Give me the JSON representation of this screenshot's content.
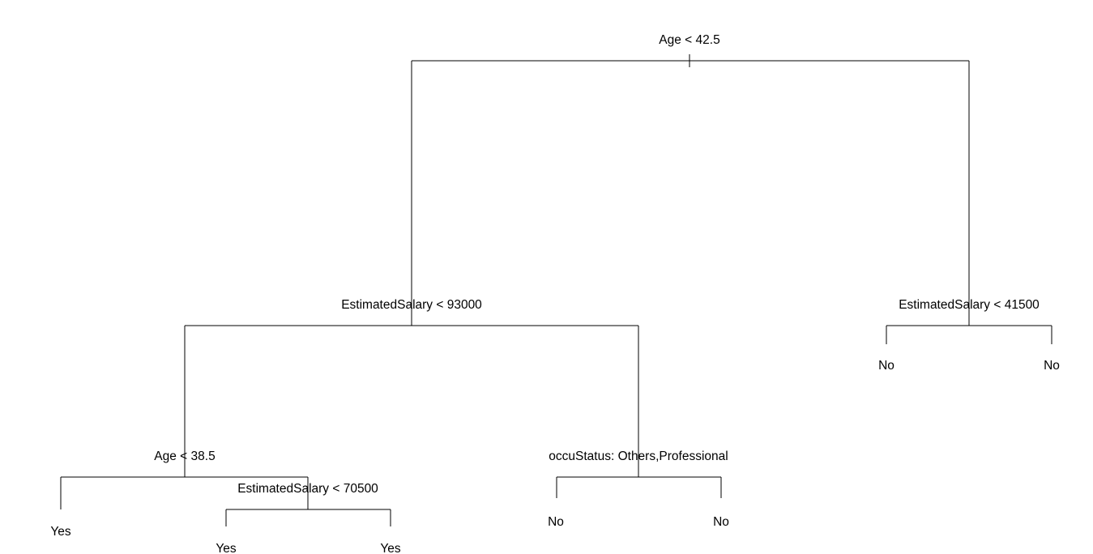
{
  "tree": {
    "root": {
      "split": "Age < 42.5",
      "left": {
        "split": "EstimatedSalary < 93000",
        "left": {
          "split": "Age < 38.5",
          "left": {
            "leaf": "Yes"
          },
          "right": {
            "split": "EstimatedSalary < 70500",
            "left": {
              "leaf": "Yes"
            },
            "right": {
              "leaf": "Yes"
            }
          }
        },
        "right": {
          "split": "occuStatus: Others,Professional",
          "left": {
            "leaf": "No"
          },
          "right": {
            "leaf": "No"
          }
        }
      },
      "right": {
        "split": "EstimatedSalary < 41500",
        "left": {
          "leaf": "No"
        },
        "right": {
          "leaf": "No"
        }
      }
    }
  }
}
